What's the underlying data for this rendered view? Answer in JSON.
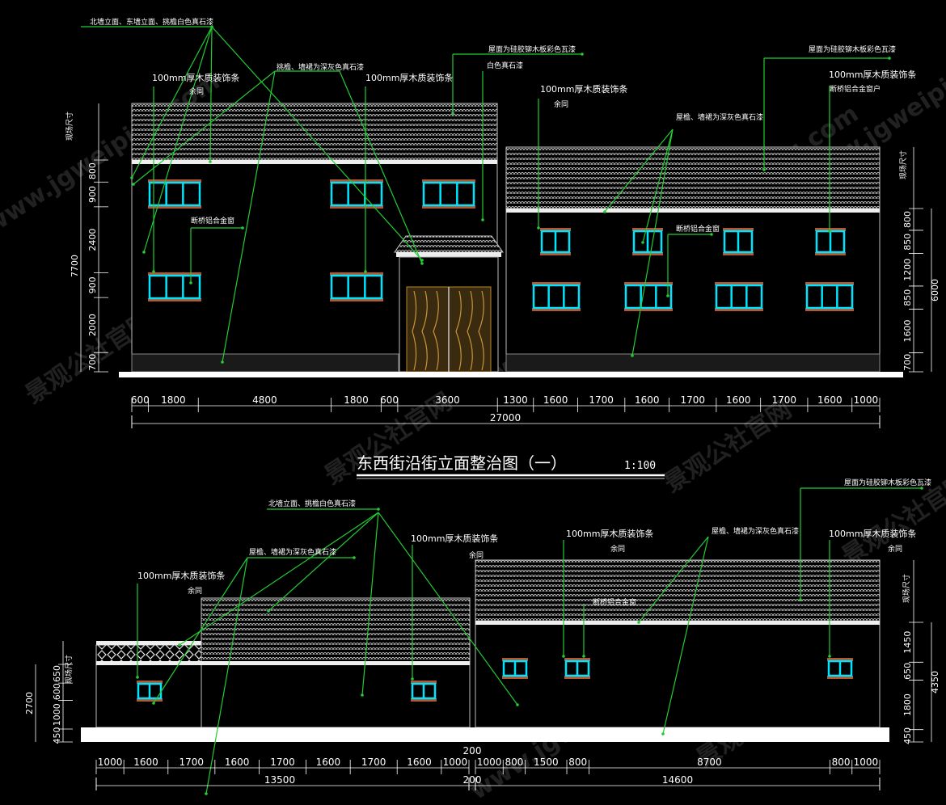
{
  "colors": {
    "background": "#000000",
    "leader": "#22cc33",
    "window": "#00e5ff",
    "lintel": "#b5562e",
    "tile": "#ffffff",
    "dimension": "#ffffff",
    "door": "#b8862a"
  },
  "drawing_title": "东西街沿街立面整治图（一）",
  "drawing_scale": "1:100",
  "watermarks": [
    "www.jgweiping.com",
    "景观公社官网"
  ],
  "top": {
    "labels": {
      "north_east_wall": "北墙立面、东墙立面、挑檐白色真石漆",
      "eave_gray": "挑檐、墙裙为深灰色真石漆",
      "wood_strip_1": "100mm厚木质装饰条",
      "same_1": "余同",
      "wood_strip_2": "100mm厚木质装饰条",
      "roof_tile_1": "屋面为硅胶铆木板彩色瓦漆",
      "white_stone": "白色真石漆",
      "wood_strip_3": "100mm厚木质装饰条",
      "same_3": "余同",
      "eave_gray_2": "屋檐、墙裙为深灰色真石漆",
      "roof_tile_2": "屋面为硅胶铆木板彩色瓦漆",
      "wood_strip_4": "100mm厚木质装饰条",
      "window_alloy_1": "断桥铝合金窗户",
      "window_alloy_2": "断桥铝合金窗",
      "window_alloy_3": "断桥铝合金窗",
      "site_size_left": "现场尺寸",
      "site_size_right": "现场尺寸"
    },
    "dims_h": [
      "600",
      "1800",
      "4800",
      "1800",
      "600",
      "3600",
      "1300",
      "1600",
      "1700",
      "1600",
      "1700",
      "1600",
      "1700",
      "1600",
      "1000"
    ],
    "dim_total": "27000",
    "dims_v_left": [
      "800",
      "900",
      "2400",
      "900",
      "2000",
      "700"
    ],
    "dim_v_left_total": "7700",
    "dims_v_right": [
      "800",
      "850",
      "1200",
      "850",
      "1600",
      "700"
    ],
    "dim_v_right_total": "6000"
  },
  "bottom": {
    "labels": {
      "north_wall": "北墙立面、挑檐白色真石漆",
      "eave_gray": "屋檐、墙裙为深灰色真石漆",
      "wood_strip_1": "100mm厚木质装饰条",
      "same_1": "余同",
      "wood_strip_2": "100mm厚木质装饰条",
      "same_2": "余同",
      "wood_strip_3": "100mm厚木质装饰条",
      "same_3": "余同",
      "eave_gray_2": "屋檐、墙裙为深灰色真石漆",
      "roof_tile": "屋面为硅胶铆木板彩色瓦漆",
      "wood_strip_4": "100mm厚木质装饰条",
      "same_4": "余同",
      "window_alloy": "断桥铝合金窗",
      "site_size_left": "现场尺寸",
      "site_size_right": "现场尺寸"
    },
    "dims_h": [
      "1000",
      "1600",
      "1700",
      "1600",
      "1700",
      "1600",
      "1700",
      "1600",
      "1000",
      "1000",
      "800",
      "1500",
      "800",
      "8700",
      "800",
      "1000"
    ],
    "dim_total_left": "13500",
    "dim_gap": "200",
    "dim_total_right": "14600",
    "dim_gap_top": "200",
    "dims_v_left": [
      "650",
      "600",
      "1000",
      "450"
    ],
    "dim_v_left_total": "2700",
    "dims_v_right": [
      "1450",
      "650",
      "1800",
      "450"
    ],
    "dim_v_right_total": "4350"
  }
}
